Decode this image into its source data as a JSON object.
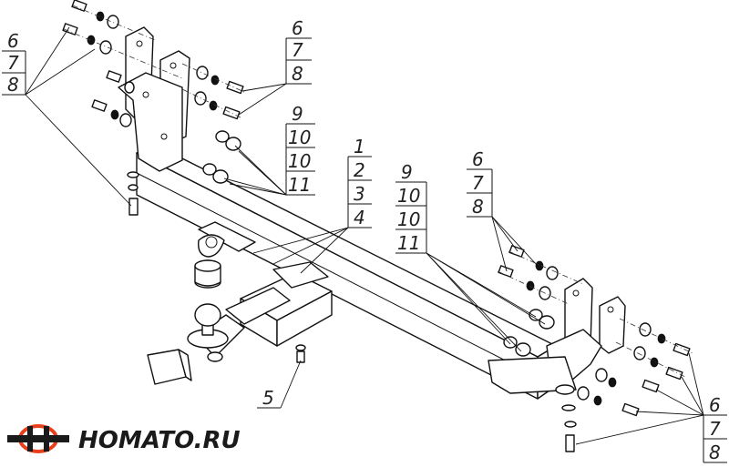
{
  "logo": {
    "text": "HOMATO.RU",
    "colors": {
      "ring": "#e8401c",
      "body": "#1a1a1a"
    }
  },
  "callouts": [
    {
      "id": "upper-left-fasteners",
      "labels": [
        "6",
        "7",
        "8"
      ]
    },
    {
      "id": "upper-right-fasteners",
      "labels": [
        "6",
        "7",
        "8"
      ]
    },
    {
      "id": "upper-nuts",
      "labels": [
        "9",
        "10",
        "10",
        "11"
      ]
    },
    {
      "id": "main-parts",
      "labels": [
        "1",
        "2",
        "3",
        "4"
      ]
    },
    {
      "id": "lower-nuts",
      "labels": [
        "9",
        "10",
        "10",
        "11"
      ]
    },
    {
      "id": "right-fasteners",
      "labels": [
        "6",
        "7",
        "8"
      ]
    },
    {
      "id": "bottom-right-fasteners",
      "labels": [
        "6",
        "7",
        "8"
      ]
    },
    {
      "id": "bottom-bolt",
      "labels": [
        "5"
      ]
    }
  ]
}
